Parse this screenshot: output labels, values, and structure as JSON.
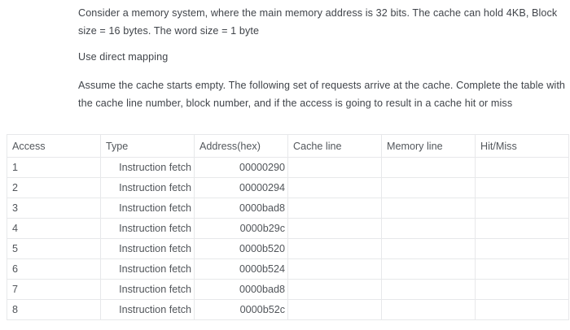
{
  "question": {
    "paragraph1": "Consider a memory system, where the main memory address is 32 bits. The cache can hold 4KB, Block size = 16 bytes. The word size = 1 byte",
    "paragraph2": "Use direct mapping",
    "paragraph3": "Assume the cache starts empty. The following set of requests arrive at the cache. Complete the table with the cache line number, block number, and if the access is going to result in a cache hit or miss"
  },
  "table": {
    "headers": [
      "Access",
      "Type",
      "Address(hex)",
      "Cache line",
      "Memory line",
      "Hit/Miss"
    ],
    "rows": [
      {
        "access": "1",
        "type": "Instruction fetch",
        "address": "00000290",
        "cache_line": "",
        "memory_line": "",
        "hit_miss": ""
      },
      {
        "access": "2",
        "type": "Instruction fetch",
        "address": "00000294",
        "cache_line": "",
        "memory_line": "",
        "hit_miss": ""
      },
      {
        "access": "3",
        "type": "Instruction fetch",
        "address": "0000bad8",
        "cache_line": "",
        "memory_line": "",
        "hit_miss": ""
      },
      {
        "access": "4",
        "type": "Instruction fetch",
        "address": "0000b29c",
        "cache_line": "",
        "memory_line": "",
        "hit_miss": ""
      },
      {
        "access": "5",
        "type": "Instruction fetch",
        "address": "0000b520",
        "cache_line": "",
        "memory_line": "",
        "hit_miss": ""
      },
      {
        "access": "6",
        "type": "Instruction fetch",
        "address": "0000b524",
        "cache_line": "",
        "memory_line": "",
        "hit_miss": ""
      },
      {
        "access": "7",
        "type": "Instruction fetch",
        "address": "0000bad8",
        "cache_line": "",
        "memory_line": "",
        "hit_miss": ""
      },
      {
        "access": "8",
        "type": "Instruction fetch",
        "address": "0000b52c",
        "cache_line": "",
        "memory_line": "",
        "hit_miss": ""
      }
    ]
  },
  "colors": {
    "background": "#ffffff",
    "text": "#40444a",
    "table_text": "#51555a",
    "table_border": "#e7e8ea"
  }
}
